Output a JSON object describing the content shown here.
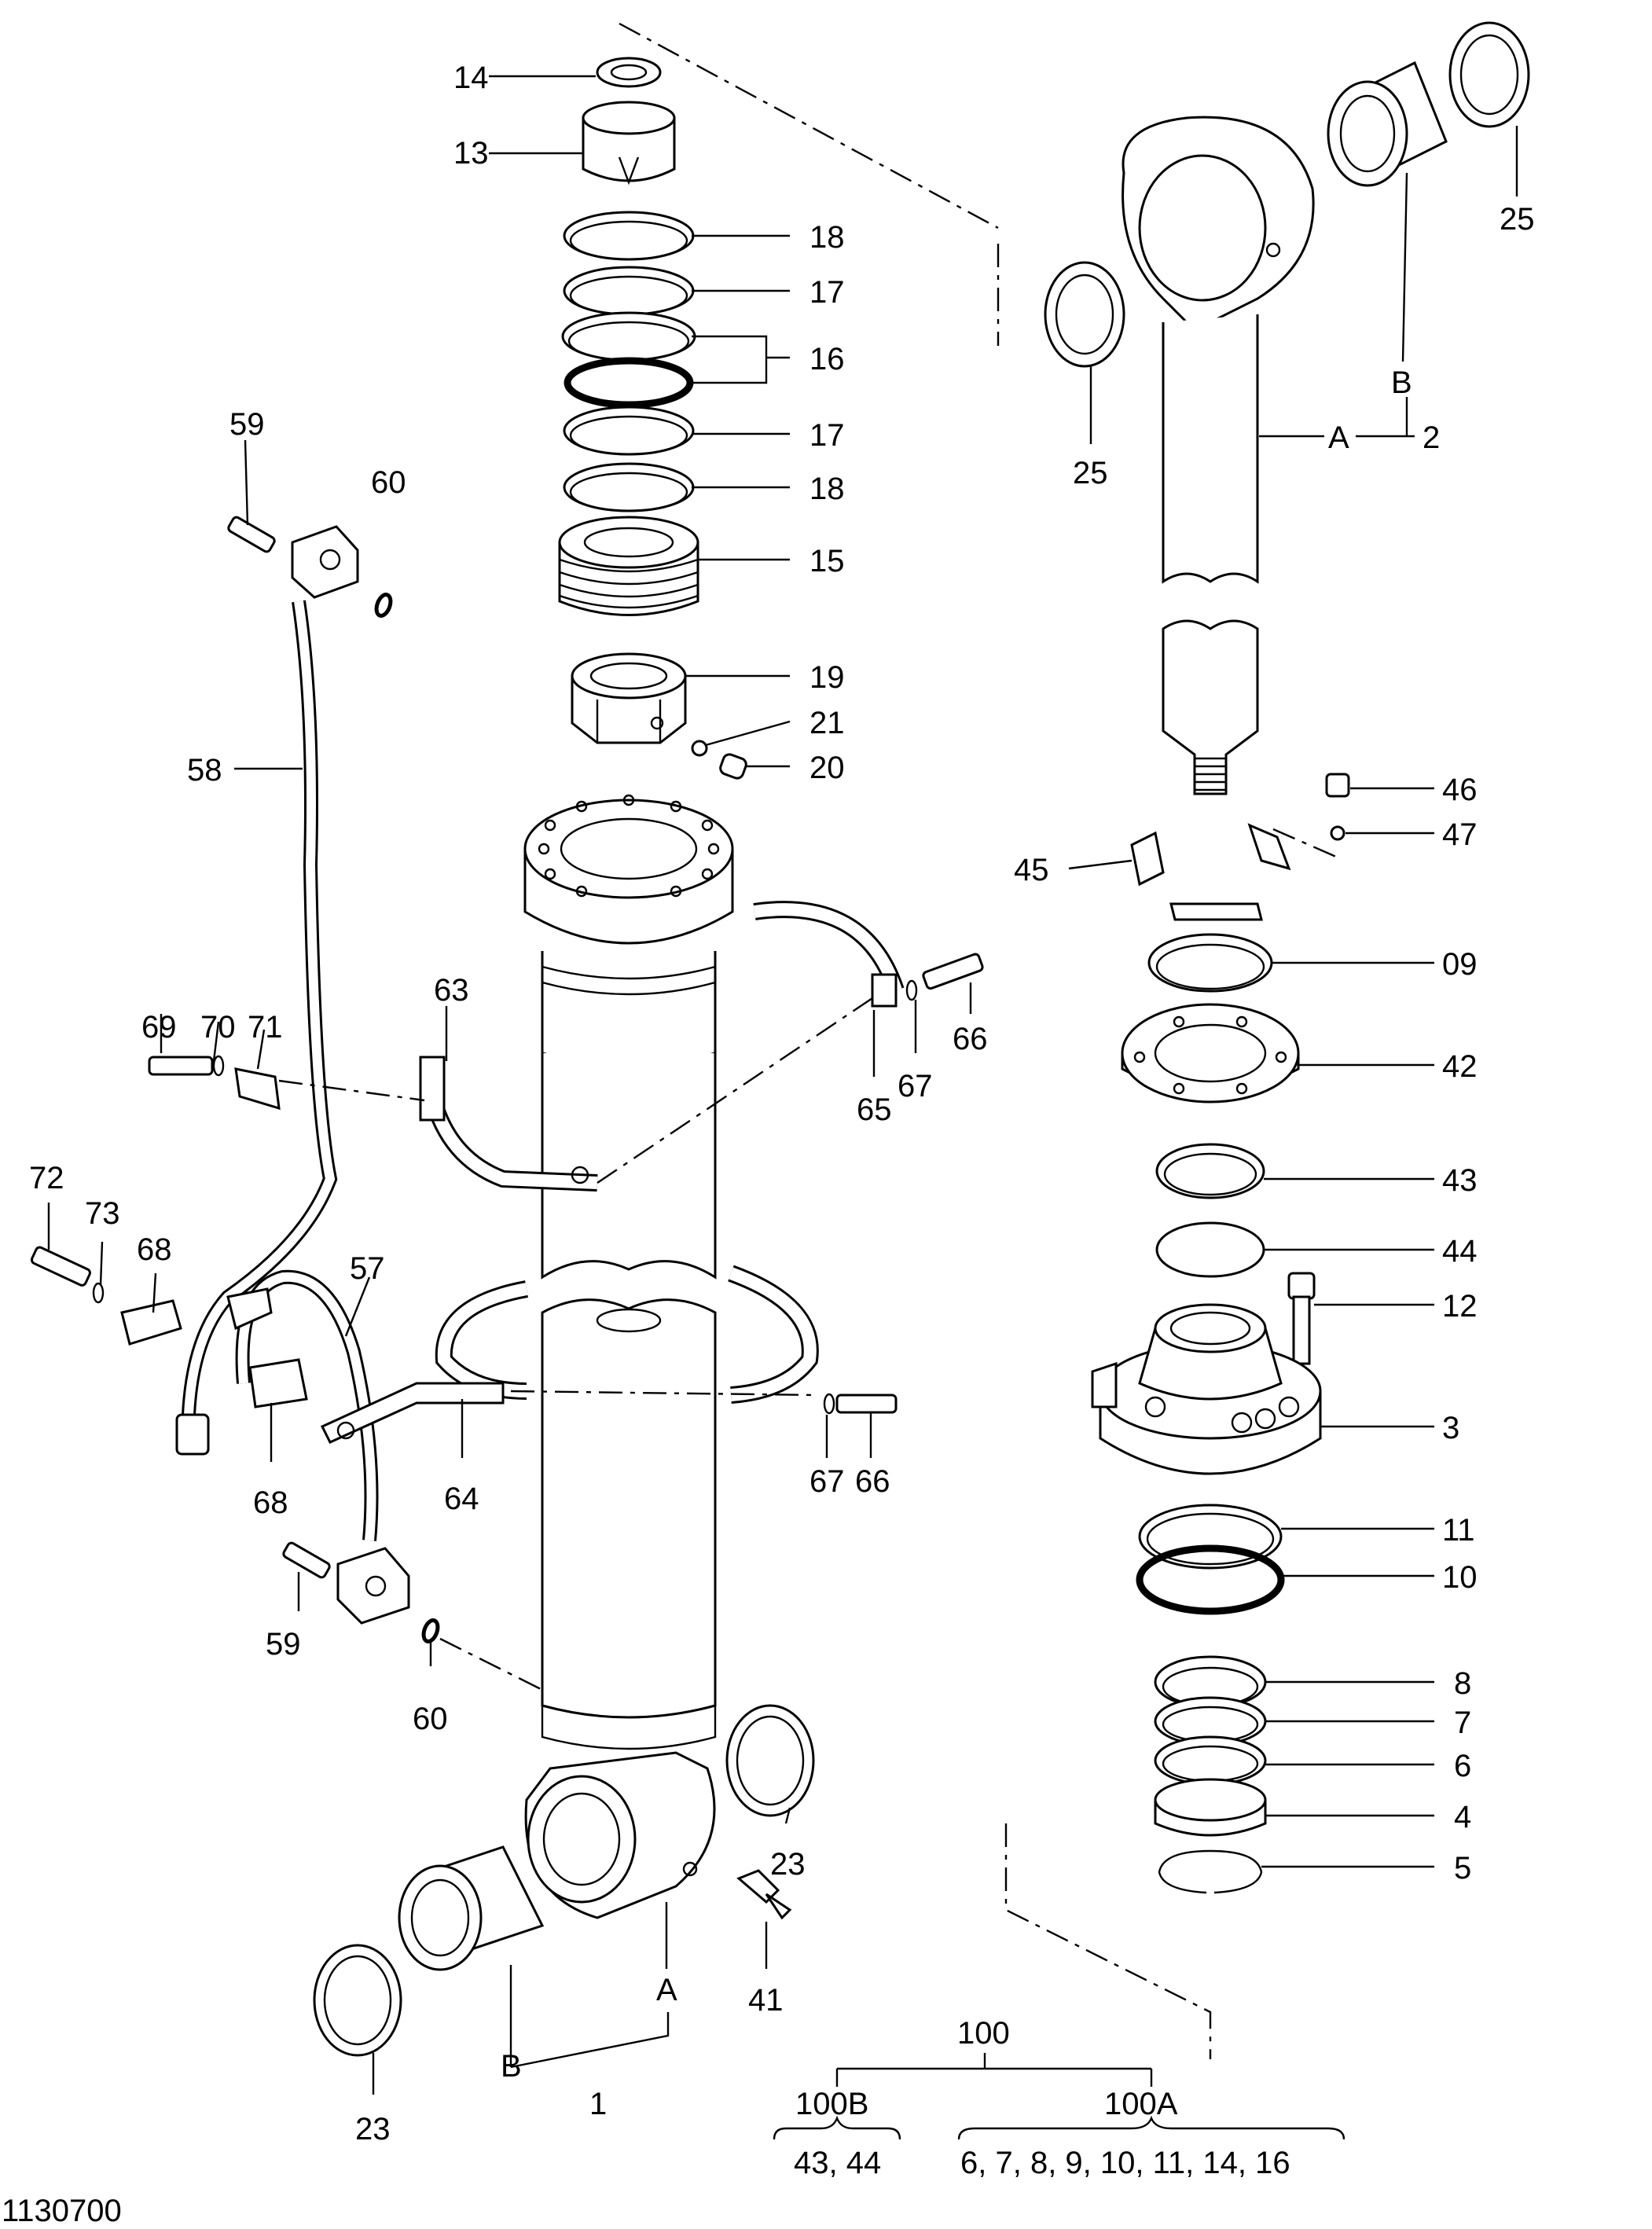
{
  "drawing_number": "1130700",
  "callouts": {
    "c14": "14",
    "c13": "13",
    "c18a": "18",
    "c17a": "17",
    "c16": "16",
    "c17b": "17",
    "c18b": "18",
    "c15": "15",
    "c19": "19",
    "c21": "21",
    "c20": "20",
    "c59a": "59",
    "c60a": "60",
    "c58": "58",
    "c63": "63",
    "c69": "69",
    "c70": "70",
    "c71": "71",
    "c72": "72",
    "c73": "73",
    "c68a": "68",
    "c57": "57",
    "c68b": "68",
    "c64": "64",
    "c59b": "59",
    "c60b": "60",
    "c66a": "66",
    "c67a": "67",
    "c65": "65",
    "c67b": "67",
    "c66b": "66",
    "c23a": "23",
    "c23b": "23",
    "c41": "41",
    "cA1": "A",
    "cB1": "B",
    "c1": "1",
    "c25a": "25",
    "c25b": "25",
    "cB2": "B",
    "cA2": "A",
    "c2": "2",
    "c46": "46",
    "c47": "47",
    "c45": "45",
    "c09": "09",
    "c42": "42",
    "c43": "43",
    "c44": "44",
    "c12": "12",
    "c3": "3",
    "c11": "11",
    "c10": "10",
    "c8": "8",
    "c7": "7",
    "c6": "6",
    "c4": "4",
    "c5": "5"
  },
  "kit_table": {
    "root": "100",
    "branch_b": "100B",
    "branch_a": "100A",
    "items_b": "43, 44",
    "items_a": "6, 7, 8, 9, 10, 11, 14, 16"
  }
}
